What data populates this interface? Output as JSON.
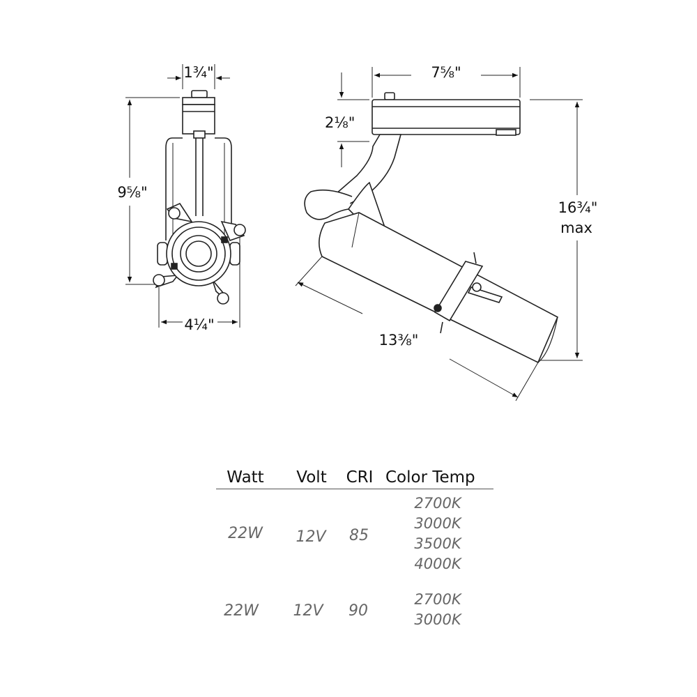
{
  "dimensions": {
    "front_top_width": "1¾\"",
    "front_height": "9⅝\"",
    "front_bottom_width": "4¼\"",
    "side_top_width": "7⅝\"",
    "side_adapter_height": "2⅛\"",
    "side_total_height": "16¾\"",
    "side_total_height_note": "max",
    "side_length": "13⅜\""
  },
  "spec_table": {
    "headers": [
      "Watt",
      "Volt",
      "CRI",
      "Color Temp"
    ],
    "rows": [
      {
        "watt": "22W",
        "volt": "12V",
        "cri": "85",
        "color_temps": [
          "2700K",
          "3000K",
          "3500K",
          "4000K"
        ]
      },
      {
        "watt": "22W",
        "volt": "12V",
        "cri": "90",
        "color_temps": [
          "2700K",
          "3000K"
        ]
      }
    ]
  }
}
